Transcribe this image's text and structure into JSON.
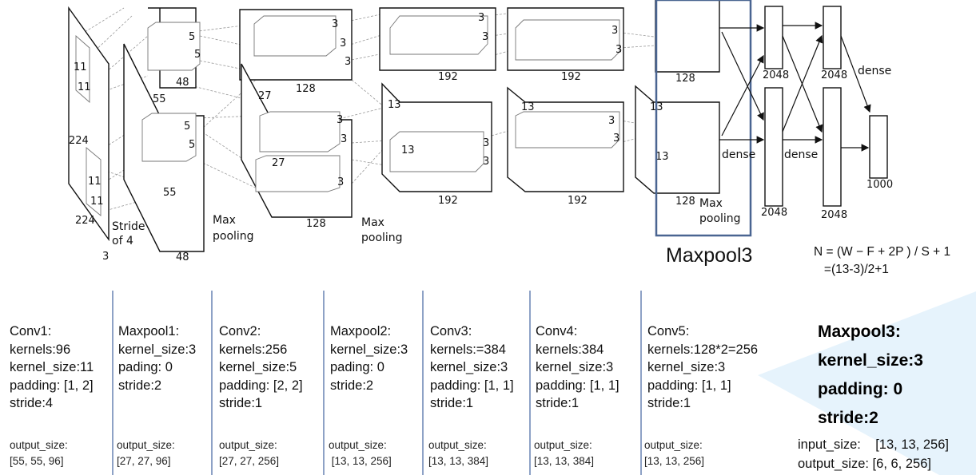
{
  "diagram": {
    "labels": {
      "l224a": "224",
      "l224b": "224",
      "l3": "3",
      "l11a": "11",
      "l11b": "11",
      "l11c": "11",
      "l11d": "11",
      "stride1": "Stride",
      "stride2": "of 4",
      "l55a": "55",
      "l55b": "55",
      "l48a": "48",
      "l48b": "48",
      "k5a": "5",
      "k5b": "5",
      "k5c": "5",
      "k5d": "5",
      "l27a": "27",
      "l27b": "27",
      "l128a": "128",
      "l128b": "128",
      "k3_1": "3",
      "k3_2": "3",
      "k3_3": "3",
      "k3_4": "3",
      "k3_5": "3",
      "k3_6": "3",
      "mp1a": "Max",
      "mp1b": "pooling",
      "mp2a": "Max",
      "mp2b": "pooling",
      "l13a": "13",
      "l13b": "13",
      "k3_7": "3",
      "k3_8": "3",
      "k3_9": "3",
      "k3_10": "3",
      "l192a": "192",
      "l192b": "192",
      "l13c": "13",
      "k3_11": "3",
      "k3_12": "3",
      "k3_13": "3",
      "k3_14": "3",
      "l192c": "192",
      "l192d": "192",
      "l13d": "13",
      "l13e": "13",
      "l128c": "128",
      "l128d": "128",
      "mp3a": "Max",
      "mp3b": "pooling",
      "dense1": "dense",
      "dense2": "dense",
      "dense3": "dense",
      "l2048a": "2048",
      "l2048b": "2048",
      "l2048c": "2048",
      "l2048d": "2048",
      "l1000": "1000"
    }
  },
  "maxpool3_caption": "Maxpool3",
  "formula": {
    "line1": "N = (W − F + 2P ) / S + 1",
    "line2": "   =(13-3)/2+1"
  },
  "columns": [
    {
      "lines": [
        "Conv1:",
        "kernels:96",
        "kernel_size:11",
        "padding: [1, 2]",
        "stride:4"
      ],
      "out_label": "output_size:",
      "out_value": "[55, 55, 96]"
    },
    {
      "lines": [
        "Maxpool1:",
        "kernel_size:3",
        "pading: 0",
        "stride:2"
      ],
      "out_label": "output_size:",
      "out_value": "[27, 27, 96]"
    },
    {
      "lines": [
        "Conv2:",
        "kernels:256",
        "kernel_size:5",
        "padding: [2, 2]",
        "stride:1"
      ],
      "out_label": "output_size:",
      "out_value": "[27, 27, 256]"
    },
    {
      "lines": [
        "Maxpool2:",
        "kernel_size:3",
        "pading: 0",
        "stride:2"
      ],
      "out_label": "output_size:",
      "out_value": " [13, 13, 256]"
    },
    {
      "lines": [
        "Conv3:",
        "kernels:=384",
        "kernel_size:3",
        "padding: [1, 1]",
        "stride:1"
      ],
      "out_label": "output_size:",
      "out_value": "[13, 13, 384]"
    },
    {
      "lines": [
        "Conv4:",
        "kernels:384",
        "kernel_size:3",
        "padding: [1, 1]",
        "stride:1"
      ],
      "out_label": "output_size:",
      "out_value": "[13, 13, 384]"
    },
    {
      "lines": [
        "Conv5:",
        "kernels:128*2=256",
        "kernel_size:3",
        "padding: [1, 1]",
        "stride:1"
      ],
      "out_label": "output_size:",
      "out_value": "[13, 13, 256]"
    }
  ],
  "maxpool3": {
    "lines": [
      "Maxpool3:",
      "kernel_size:3",
      "padding: 0",
      "stride:2"
    ],
    "input_size": "input_size:    [13, 13, 256]",
    "output_size": "output_size: [6, 6, 256]"
  },
  "colors": {
    "highlight_box": "#4a6591",
    "separator": "#8ea2c6",
    "highlight_fill": "#e6f3fc"
  }
}
